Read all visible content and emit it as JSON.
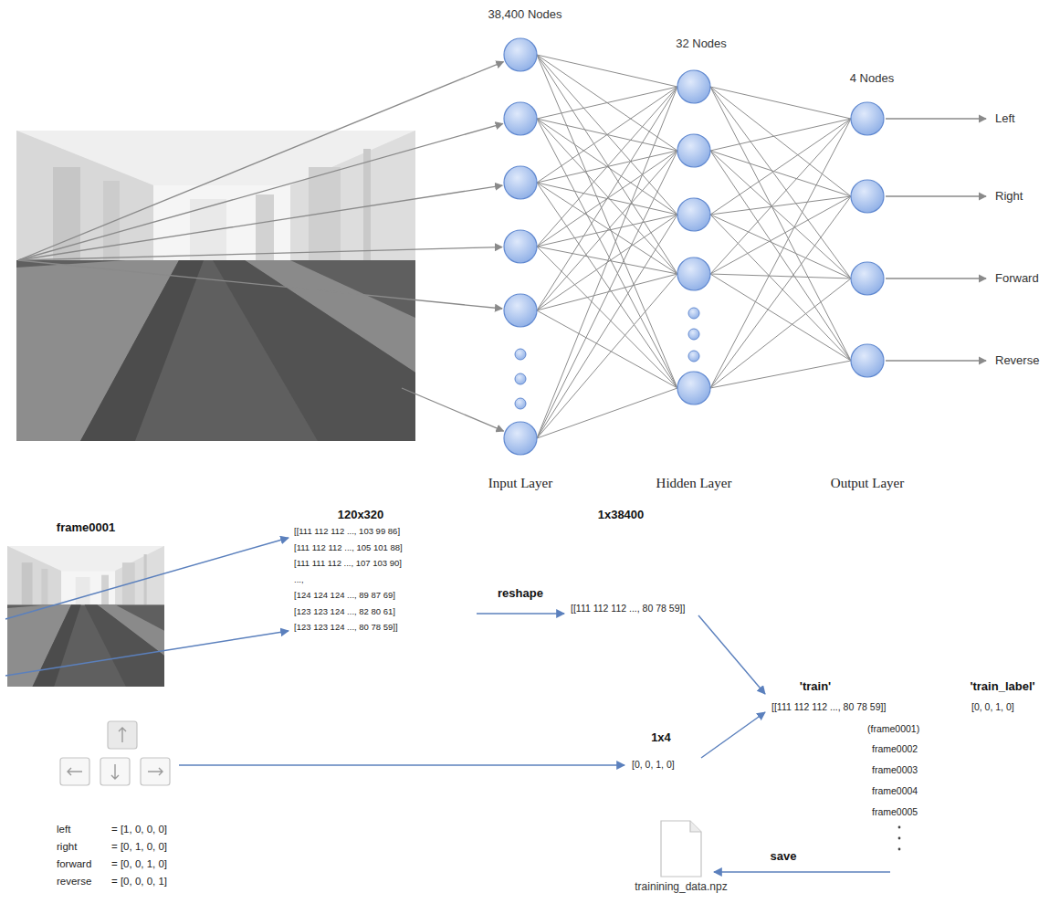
{
  "diagram": {
    "nodes": [
      {
        "text": [
          "trainining_data.npz"
        ]
      }
    ],
    "labels": [
      "38,400 Nodes",
      "32 Nodes",
      "4 Nodes",
      "Left",
      "Right",
      "Forward",
      "Reverse",
      "Input Layer",
      "Hidden Layer",
      "Output Layer",
      "frame0001",
      "120x320",
      "1x38400",
      "[[111 112 112 ..., 103 99 86]",
      "[111 112 112 ..., 105 101 88]",
      "[111 111 112 ..., 107 103 90]",
      "...,",
      "[124 124 124 ..., 89 87 69]",
      "[123 123 124 ..., 82 80 61]",
      "[123 123 124 ..., 80 78 59]]",
      "reshape",
      "[[111 112 112 ..., 80 78 59]]",
      "'train'",
      "'train_label'",
      "[[111 112 112 ..., 80 78 59]]",
      "[0, 0, 1, 0]",
      "1x4",
      "[0, 0, 1, 0]",
      "(frame0001)",
      "frame0002",
      "frame0003",
      "frame0004",
      "frame0005",
      "save",
      "left",
      "= [1, 0, 0, 0]",
      "right",
      "= [0, 1, 0, 0]",
      "forward",
      "= [0, 0, 1, 0]",
      "reverse",
      "= [0, 0, 0, 1]"
    ]
  }
}
